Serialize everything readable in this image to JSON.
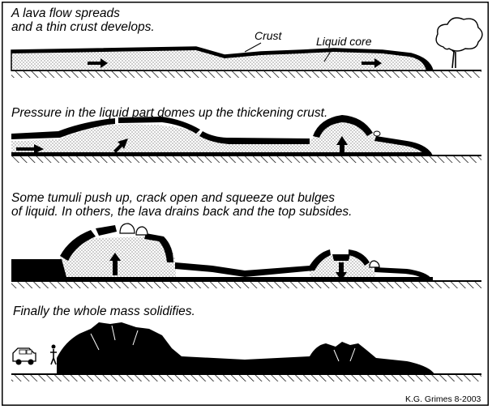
{
  "panels": [
    {
      "caption_lines": [
        "A lava flow spreads",
        "and a thin crust develops."
      ]
    },
    {
      "caption_lines": [
        "Pressure in the liquid part domes up the thickening crust."
      ]
    },
    {
      "caption_lines": [
        "Some tumuli push up, crack open and squeeze out bulges",
        "of liquid.  In others, the lava drains back and the top subsides."
      ]
    },
    {
      "caption_lines": [
        "Finally the whole mass solidifies."
      ]
    }
  ],
  "labels": {
    "crust": "Crust",
    "liquid_core": "Liquid core"
  },
  "credit": "K.G. Grimes  8-2003",
  "colors": {
    "ink": "#000000",
    "paper": "#ffffff",
    "stipple": "#b8b8b8"
  }
}
